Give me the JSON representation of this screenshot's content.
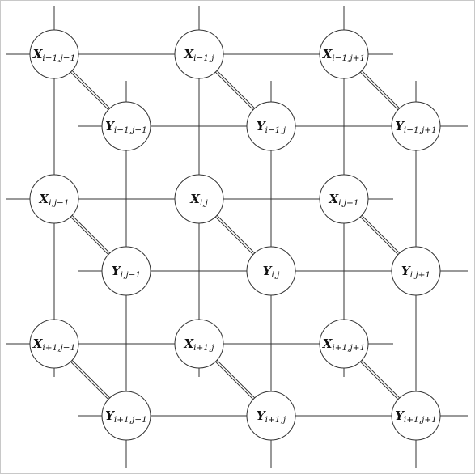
{
  "diagram": {
    "x_nodes": [
      [
        {
          "letter": "X",
          "sub": "i−1,j−1"
        },
        {
          "letter": "X",
          "sub": "i−1,j"
        },
        {
          "letter": "X",
          "sub": "i−1,j+1"
        }
      ],
      [
        {
          "letter": "X",
          "sub": "i,j−1"
        },
        {
          "letter": "X",
          "sub": "i,j"
        },
        {
          "letter": "X",
          "sub": "i,j+1"
        }
      ],
      [
        {
          "letter": "X",
          "sub": "i+1,j−1"
        },
        {
          "letter": "X",
          "sub": "i+1,j"
        },
        {
          "letter": "X",
          "sub": "i+1,j+1"
        }
      ]
    ],
    "y_nodes": [
      [
        {
          "letter": "Y",
          "sub": "i−1,j−1"
        },
        {
          "letter": "Y",
          "sub": "i−1,j"
        },
        {
          "letter": "Y",
          "sub": "i−1,j+1"
        }
      ],
      [
        {
          "letter": "Y",
          "sub": "i,j−1"
        },
        {
          "letter": "Y",
          "sub": "i,j"
        },
        {
          "letter": "Y",
          "sub": "i,j+1"
        }
      ],
      [
        {
          "letter": "Y",
          "sub": "i+1,j−1"
        },
        {
          "letter": "Y",
          "sub": "i+1,j"
        },
        {
          "letter": "Y",
          "sub": "i+1,j+1"
        }
      ]
    ],
    "colors": {
      "stroke": "#333333",
      "node_fill": "#ffffff",
      "frame": "#c8c8c8"
    }
  }
}
